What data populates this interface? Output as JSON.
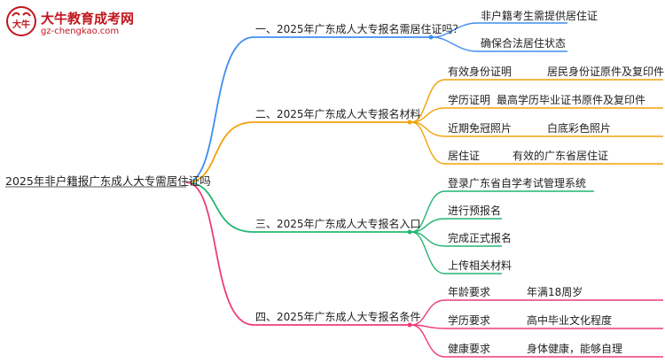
{
  "logo": {
    "brand_title": "大牛教育成考网",
    "brand_url": "gz-chengkao.com",
    "mark_text": "大牛"
  },
  "colors": {
    "blue": "#3f8ef0",
    "orange": "#f2a20a",
    "green": "#22b573",
    "pink": "#ee3b7c",
    "logo_red": "#c0161d"
  },
  "root": "2025年非户籍报广东成人大专需居住证吗",
  "branches": [
    {
      "label": "一、2025年广东成人大专报名需居住证吗？",
      "color": "blue",
      "children": [
        {
          "text": "非户籍考生需提供居住证"
        },
        {
          "text": "确保合法居住状态"
        }
      ]
    },
    {
      "label": "二、2025年广东成人大专报名材料",
      "color": "orange",
      "children": [
        {
          "text": "有效身份证明",
          "detail": "居民身份证原件及复印件"
        },
        {
          "text": "学历证明",
          "detail": "最高学历毕业证书原件及复印件"
        },
        {
          "text": "近期免冠照片",
          "detail": "白底彩色照片"
        },
        {
          "text": "居住证",
          "detail": "有效的广东省居住证"
        }
      ]
    },
    {
      "label": "三、2025年广东成人大专报名入口",
      "color": "green",
      "children": [
        {
          "text": "登录广东省自学考试管理系统"
        },
        {
          "text": "进行预报名"
        },
        {
          "text": "完成正式报名"
        },
        {
          "text": "上传相关材料"
        }
      ]
    },
    {
      "label": "四、2025年广东成人大专报名条件",
      "color": "pink",
      "children": [
        {
          "text": "年龄要求",
          "detail": "年满18周岁"
        },
        {
          "text": "学历要求",
          "detail": "高中毕业文化程度"
        },
        {
          "text": "健康要求",
          "detail": "身体健康，能够自理"
        }
      ]
    }
  ]
}
